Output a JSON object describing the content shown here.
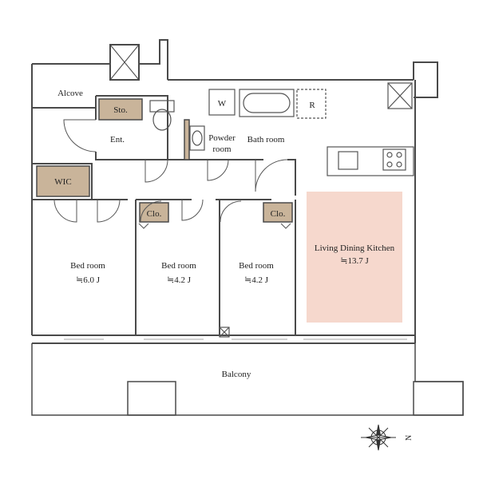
{
  "labels": {
    "alcove": "Alcove",
    "storage": "Sto.",
    "entrance": "Ent.",
    "washer": "W",
    "powder_room_line1": "Powder",
    "powder_room_line2": "room",
    "bath_room": "Bath room",
    "refrigerator": "R",
    "wic": "WIC",
    "closet_1": "Clo.",
    "closet_2": "Clo.",
    "bed_room_1": "Bed room",
    "bed_room_1_area": "≒6.0 J",
    "bed_room_2": "Bed room",
    "bed_room_2_area": "≒4.2 J",
    "bed_room_3": "Bed room",
    "bed_room_3_area": "≒4.2 J",
    "ldk": "Living Dining Kitchen",
    "ldk_area": "≒13.7 J",
    "balcony": "Balcony",
    "compass_north": "N"
  },
  "colors": {
    "wall": "#4a4a4a",
    "storage_fill": "#c9b49a",
    "ldk_fill": "#f6d8cd",
    "line": "#555555"
  }
}
